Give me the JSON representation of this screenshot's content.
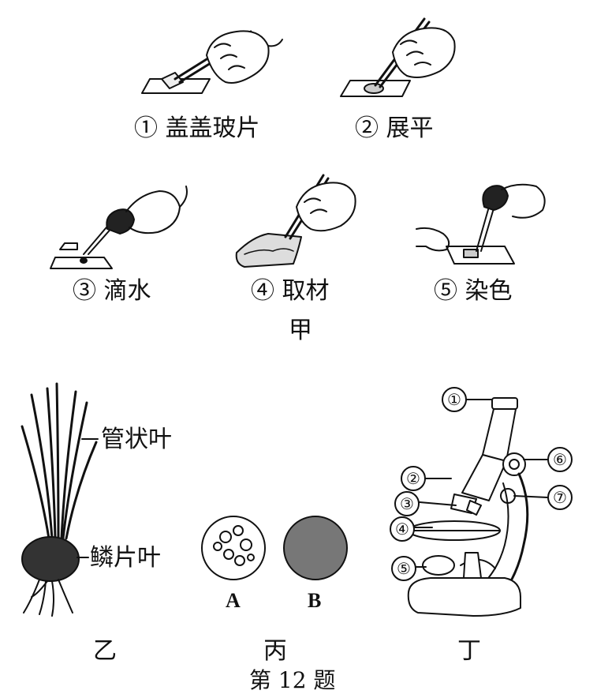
{
  "figure_jia": {
    "steps": [
      {
        "label": "① 盖盖玻片"
      },
      {
        "label": "② 展平"
      },
      {
        "label": "③ 滴水"
      },
      {
        "label": "④ 取材"
      },
      {
        "label": "⑤ 染色"
      }
    ],
    "caption": "甲"
  },
  "figure_yi": {
    "labels": {
      "tubular_leaf": "管状叶",
      "scale_leaf": "鳞片叶"
    },
    "caption": "乙"
  },
  "figure_bing": {
    "labels": {
      "a": "A",
      "b": "B"
    },
    "caption": "丙"
  },
  "figure_ding": {
    "markers": [
      "①",
      "②",
      "③",
      "④",
      "⑤",
      "⑥",
      "⑦"
    ],
    "caption": "丁"
  },
  "question": "第 12 题"
}
